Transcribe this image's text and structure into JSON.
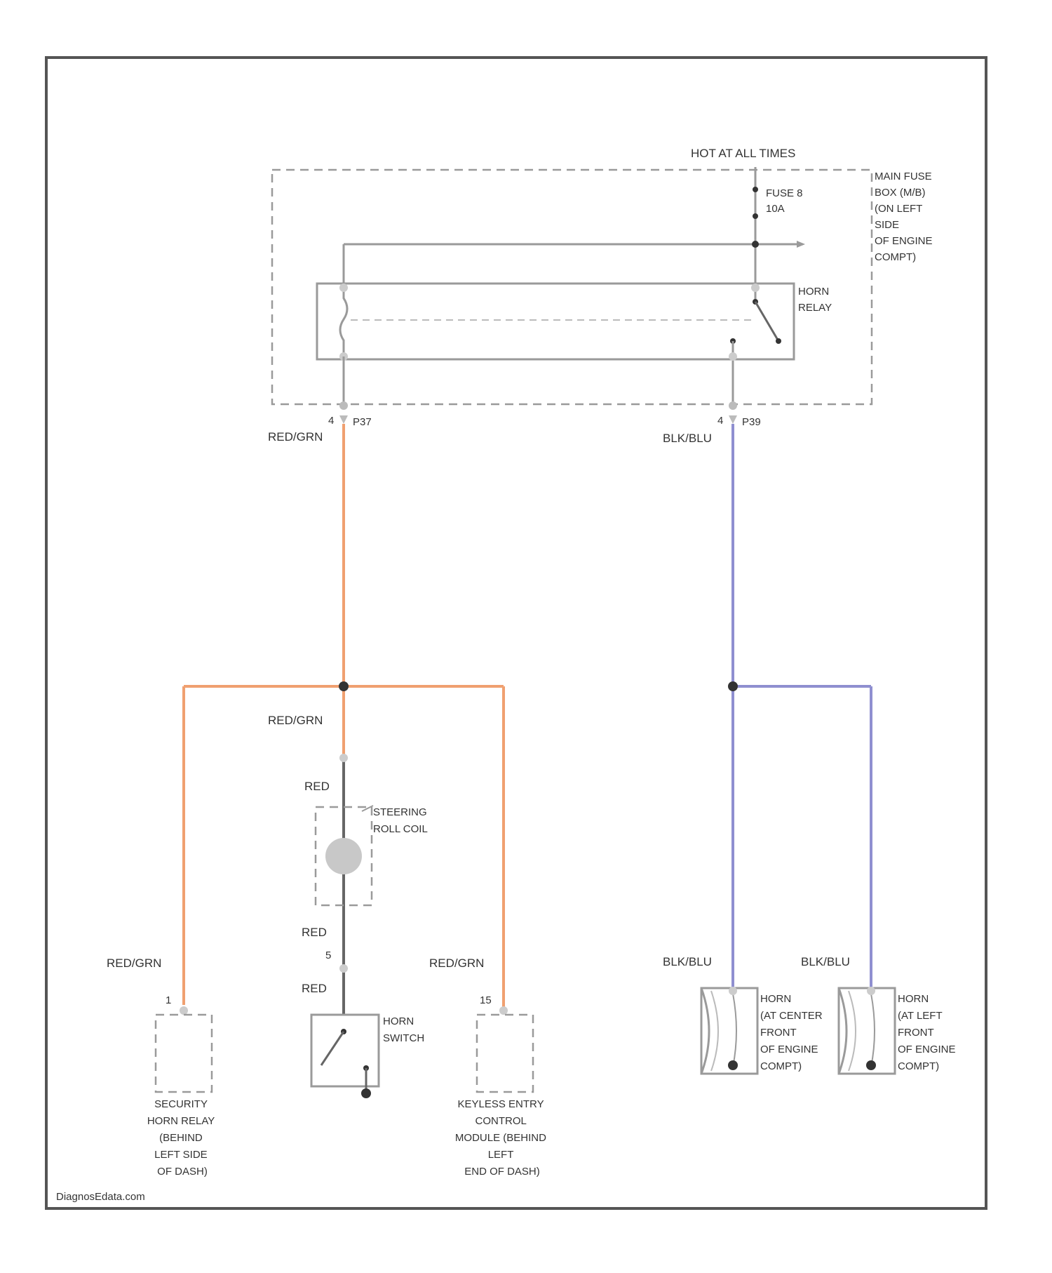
{
  "colors": {
    "frame": "#555555",
    "red_grn_wire": "#f0a070",
    "blk_blu_wire": "#8f8fd0",
    "component_gray": "#9a9a9a"
  },
  "labels": {
    "hot_at_all_times": "HOT AT ALL TIMES",
    "fuse": [
      "FUSE 8",
      "10A"
    ],
    "main_fuse_box": [
      "MAIN FUSE",
      "BOX (M/B)",
      "(ON LEFT",
      "SIDE",
      "OF ENGINE",
      "COMPT)"
    ],
    "horn_relay": [
      "HORN",
      "RELAY"
    ],
    "pin_left": "P37",
    "pin_right": "P39",
    "pin_left_num": "4",
    "pin_right_num": "4",
    "red_grn": "RED/GRN",
    "blk_blu": "BLK/BLU",
    "red": "RED",
    "steering_roll": [
      "STEERING",
      "ROLL COIL"
    ],
    "pin_5": "5",
    "pin_1": "1",
    "pin_15": "15",
    "horn_switch": [
      "HORN",
      "SWITCH"
    ],
    "security_relay": [
      "SECURITY",
      "HORN RELAY",
      "(BEHIND",
      "LEFT SIDE",
      "OF DASH)"
    ],
    "keyless_module": [
      "KEYLESS ENTRY",
      "CONTROL",
      "MODULE (BEHIND",
      "LEFT",
      "END OF DASH)"
    ],
    "horn_center": [
      "HORN",
      "(AT CENTER",
      "FRONT",
      "OF ENGINE",
      "COMPT)"
    ],
    "horn_left": [
      "HORN",
      "(AT LEFT",
      "FRONT",
      "OF ENGINE",
      "COMPT)"
    ],
    "watermark": "DiagnosEdata.com"
  }
}
